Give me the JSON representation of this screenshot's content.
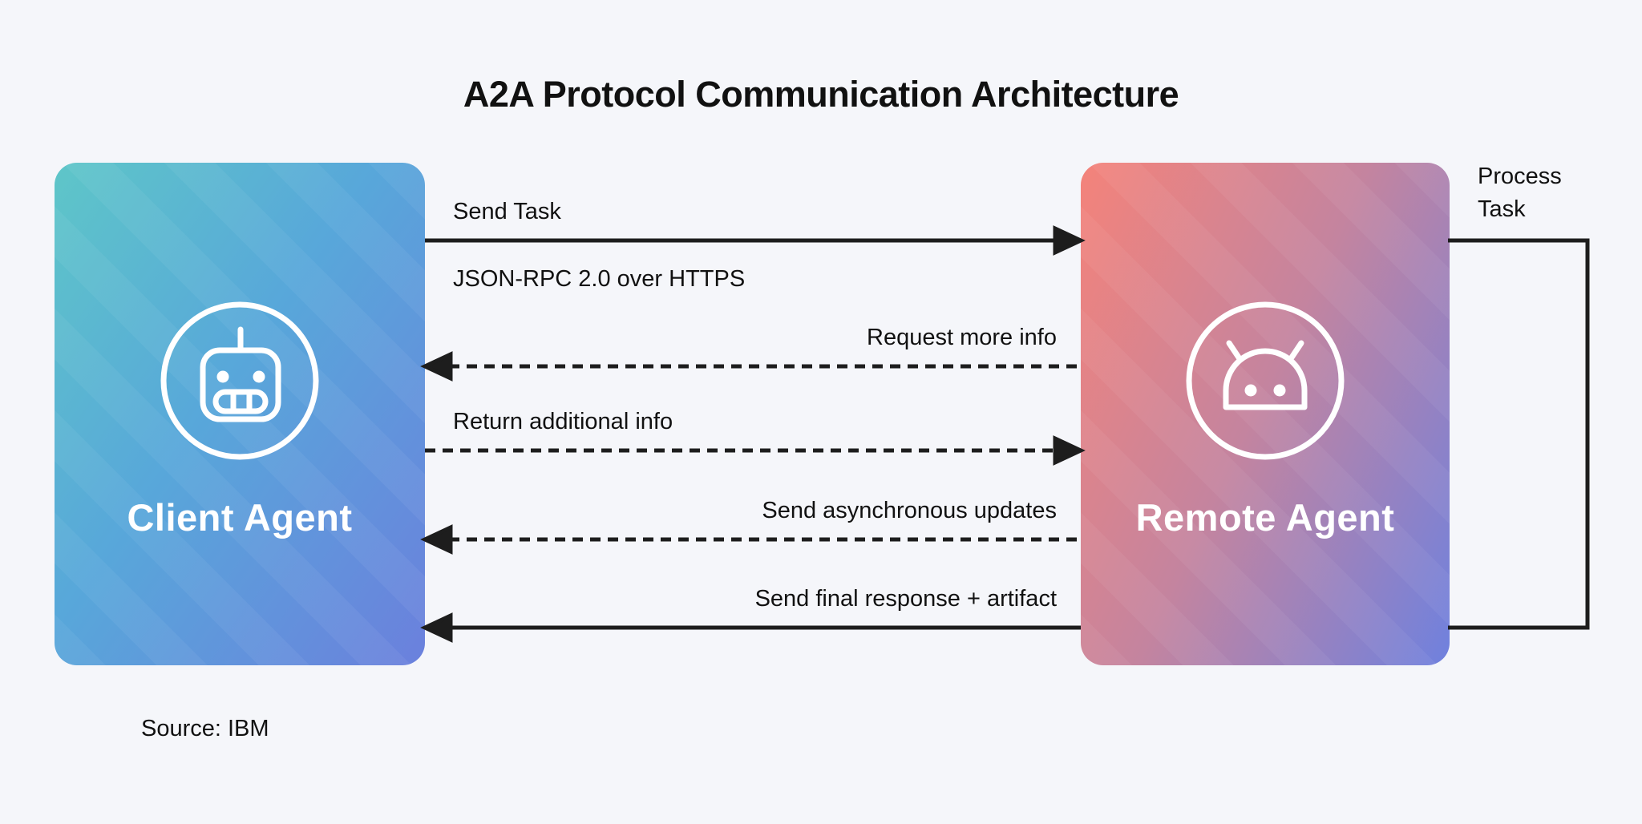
{
  "title": "A2A Protocol Communication Architecture",
  "source": "Source: IBM",
  "nodes": {
    "client": {
      "label": "Client Agent",
      "icon": "robot-head-icon"
    },
    "remote": {
      "label": "Remote Agent",
      "icon": "android-head-icon"
    }
  },
  "messages": [
    {
      "label": "Send Task",
      "sublabel": "JSON-RPC 2.0 over HTTPS",
      "direction": "right",
      "style": "solid"
    },
    {
      "label": "Request more info",
      "direction": "left",
      "style": "dashed"
    },
    {
      "label": "Return additional info",
      "direction": "right",
      "style": "dashed"
    },
    {
      "label": "Send asynchronous updates",
      "direction": "left",
      "style": "dashed"
    },
    {
      "label": "Send final response + artifact",
      "direction": "left",
      "style": "solid"
    }
  ],
  "loop": {
    "label": "Process Task"
  },
  "colors": {
    "background": "#F5F6FA",
    "arrow": "#1D1D1D",
    "text": "#111111",
    "node_label": "#FFFFFF",
    "client_start": "#5EC6C8",
    "client_mid": "#58A7DA",
    "client_end": "#6B80DD",
    "remote_start": "#F4837A",
    "remote_mid": "#C4849F",
    "remote_end": "#6F81DE"
  }
}
